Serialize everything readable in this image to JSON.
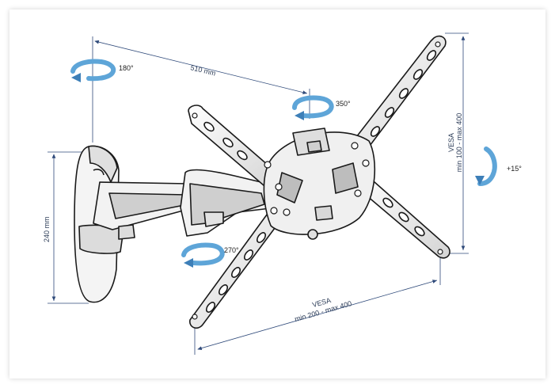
{
  "rotation_labels": {
    "wall_swivel": "180°",
    "head_swivel": "350°",
    "arm_swivel": "270°",
    "tilt": "+15°"
  },
  "dimensions": {
    "arm_length": "510 mm",
    "wall_plate_height": "240 mm",
    "vesa_vertical_line1": "VESA",
    "vesa_vertical_line2": "min 100 - max 400",
    "vesa_horizontal_line1": "VESA",
    "vesa_horizontal_line2": "min 200 - max 400"
  },
  "colors": {
    "rotation_arrow": "#5ea5d8",
    "rotation_arrow_dark": "#3d7fb8",
    "dimension_line": "#2f4a7a",
    "outline": "#1a1a1a",
    "bracket_fill": "#f4f4f4",
    "bracket_shade": "#cfcfcf"
  },
  "icons": [
    "rotation-arrow-icon",
    "tilt-arrow-icon"
  ]
}
